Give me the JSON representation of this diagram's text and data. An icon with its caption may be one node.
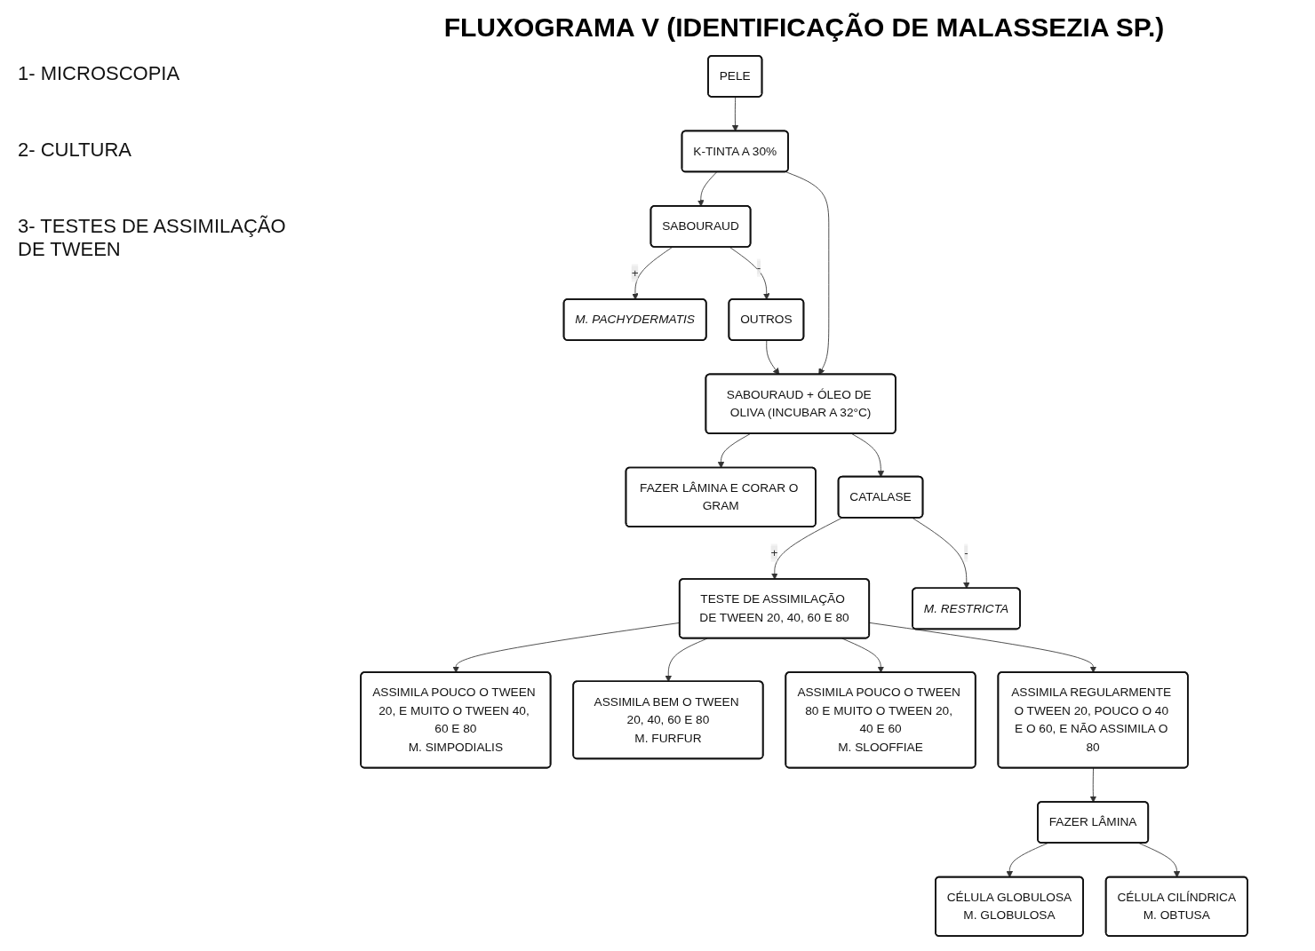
{
  "diagram": {
    "title": "FLUXOGRAMA V (IDENTIFICAÇÃO DE MALASSEZIA SP.)",
    "nodes": [
      {
        "text": [
          "PELE"
        ]
      },
      {
        "text": [
          "K-TINTA A 30%"
        ]
      },
      {
        "text": [
          "FAZER LÂMINA E CORAR O GRAM"
        ]
      },
      {
        "text": [
          "SABOURAUD"
        ]
      },
      {
        "text": [
          "SABOURAUD + ÓLEO DE OLIVA (INCUBAR A 32°C)"
        ]
      },
      {
        "text": [
          "M. PACHYDERMATIS"
        ]
      },
      {
        "text": [
          "OUTROS"
        ]
      },
      {
        "text": [
          "CATALASE"
        ]
      },
      {
        "text": [
          "TESTE DE ASSIMILAÇÃO DE TWEEN 20, 40, 60 E 80"
        ]
      },
      {
        "text": [
          "M. RESTRICTA"
        ]
      },
      {
        "text": [
          "ASSIMILA REGULARMENTE O TWEEN 20, POUCO O 40 E O 60, E NÃO ASSIMILA O 80"
        ]
      },
      {
        "text": [
          "ASSIMILA POUCO O TWEEN 20, E MUITO O TWEEN 40, 60 E 80",
          "M. SIMPODIALIS"
        ]
      },
      {
        "text": [
          "ASSIMILA BEM O TWEEN 20, 40, 60 E 80",
          "M. FURFUR"
        ]
      },
      {
        "text": [
          "ASSIMILA POUCO O TWEEN 80 E MUITO O TWEEN 20, 40 E 60",
          "M. SLOOFFIAE"
        ]
      },
      {
        "text": [
          "FAZER LÂMINA"
        ]
      },
      {
        "text": [
          "CÉLULA GLOBULOSA",
          "M. GLOBULOSA"
        ]
      },
      {
        "text": [
          "CÉLULA CILÍNDRICA",
          "M. OBTUSA"
        ]
      }
    ],
    "edges": [
      {
        "from": 0,
        "to": 1,
        "arrow": "to"
      },
      {
        "from": 1,
        "to": 3,
        "arrow": "to"
      },
      {
        "from": 1,
        "to": 4,
        "arrow": "to"
      },
      {
        "from": 4,
        "to": 2,
        "arrow": "to"
      },
      {
        "from": 3,
        "to": 5,
        "arrow": "to",
        "label": "+"
      },
      {
        "from": 3,
        "to": 6,
        "arrow": "to",
        "label": "-"
      },
      {
        "from": 6,
        "to": 4,
        "arrow": "to"
      },
      {
        "from": 4,
        "to": 7,
        "arrow": "to"
      },
      {
        "from": 7,
        "to": 8,
        "arrow": "to",
        "label": "+"
      },
      {
        "from": 7,
        "to": 9,
        "arrow": "to",
        "label": "-"
      },
      {
        "from": 8,
        "to": 11,
        "arrow": "to"
      },
      {
        "from": 8,
        "to": 12,
        "arrow": "to"
      },
      {
        "from": 8,
        "to": 13,
        "arrow": "to"
      },
      {
        "from": 8,
        "to": 10,
        "arrow": "to"
      },
      {
        "from": 10,
        "to": 14,
        "arrow": "to"
      },
      {
        "from": 14,
        "to": 15,
        "arrow": "to"
      },
      {
        "from": 14,
        "to": 16,
        "arrow": "to"
      }
    ],
    "labels": [
      "1- MICROSCOPIA",
      "2- CULTURA",
      "3- TESTES DE ASSIMILAÇÃO DE TWEEN"
    ]
  }
}
